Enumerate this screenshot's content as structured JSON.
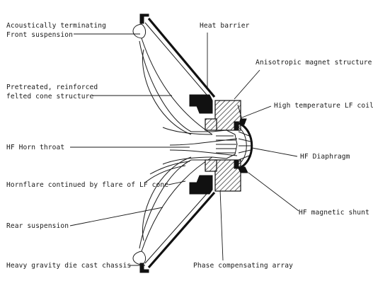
{
  "labels": {
    "acoustic_terminating": "Acoustically terminating",
    "front_suspension": "Front suspension",
    "pretreated": "Pretreated, reinforced",
    "felted_cone": "felted cone structure",
    "hf_horn_throat": "HF Horn throat",
    "hornflare": "Hornflare continued by flare of LF cone",
    "rear_suspension": "Rear suspension",
    "die_cast_chassis": "Heavy gravity die cast chassis",
    "heat_barrier": "Heat barrier",
    "anisotropic_magnet": "Anisotropic magnet structure",
    "lf_coil": "High temperature LF coil",
    "hf_diaphragm": "HF Diaphragm",
    "hf_magnetic_shunt": "HF magnetic shunt",
    "phase_array": "Phase compensating array"
  }
}
